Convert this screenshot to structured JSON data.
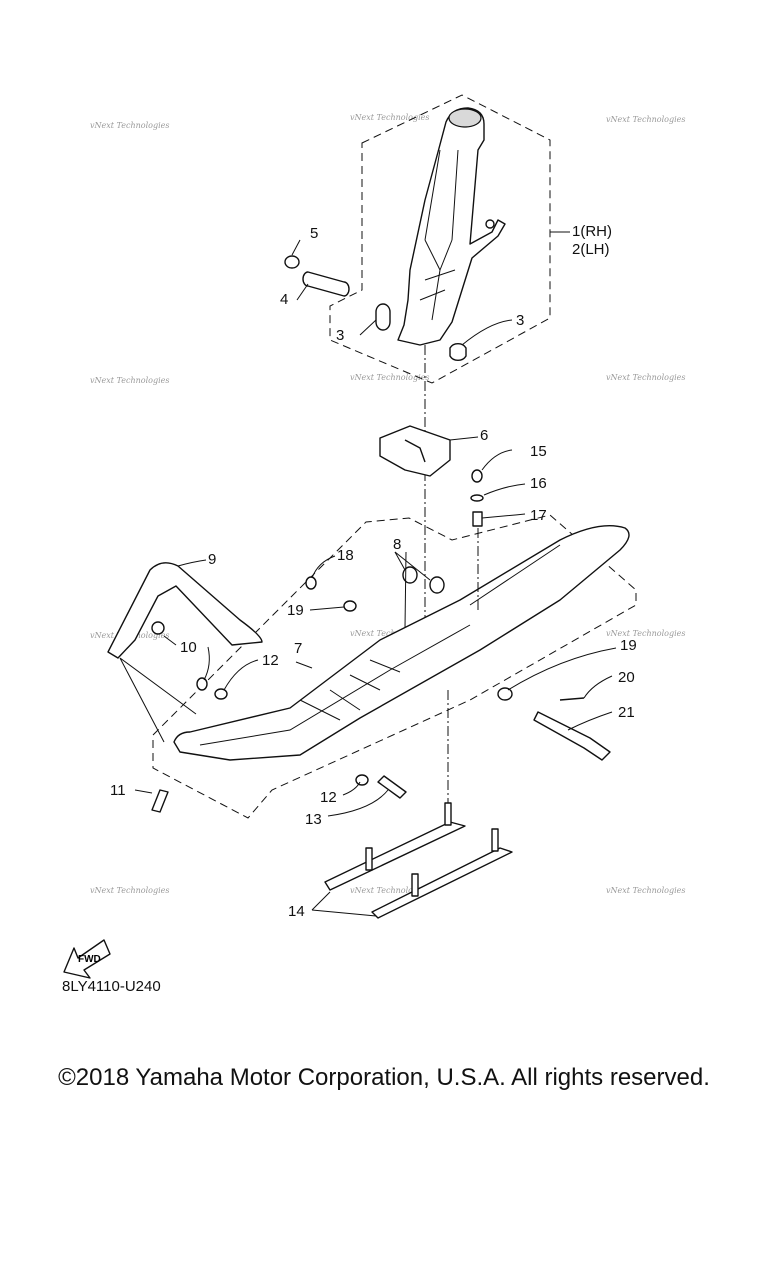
{
  "watermark": {
    "text": "vNext Technologies"
  },
  "callouts": {
    "c1": "1(RH)",
    "c2": "2(LH)",
    "c3a": "3",
    "c3b": "3",
    "c4": "4",
    "c5": "5",
    "c6": "6",
    "c7": "7",
    "c8": "8",
    "c9": "9",
    "c10": "10",
    "c11": "11",
    "c12a": "12",
    "c12b": "12",
    "c13": "13",
    "c14": "14",
    "c15": "15",
    "c16": "16",
    "c17": "17",
    "c18": "18",
    "c19a": "19",
    "c19b": "19",
    "c20": "20",
    "c21": "21"
  },
  "fwd_label": "FWD",
  "diagram_code": "8LY4110-U240",
  "copyright": "©2018 Yamaha Motor Corporation, U.S.A. All rights reserved."
}
